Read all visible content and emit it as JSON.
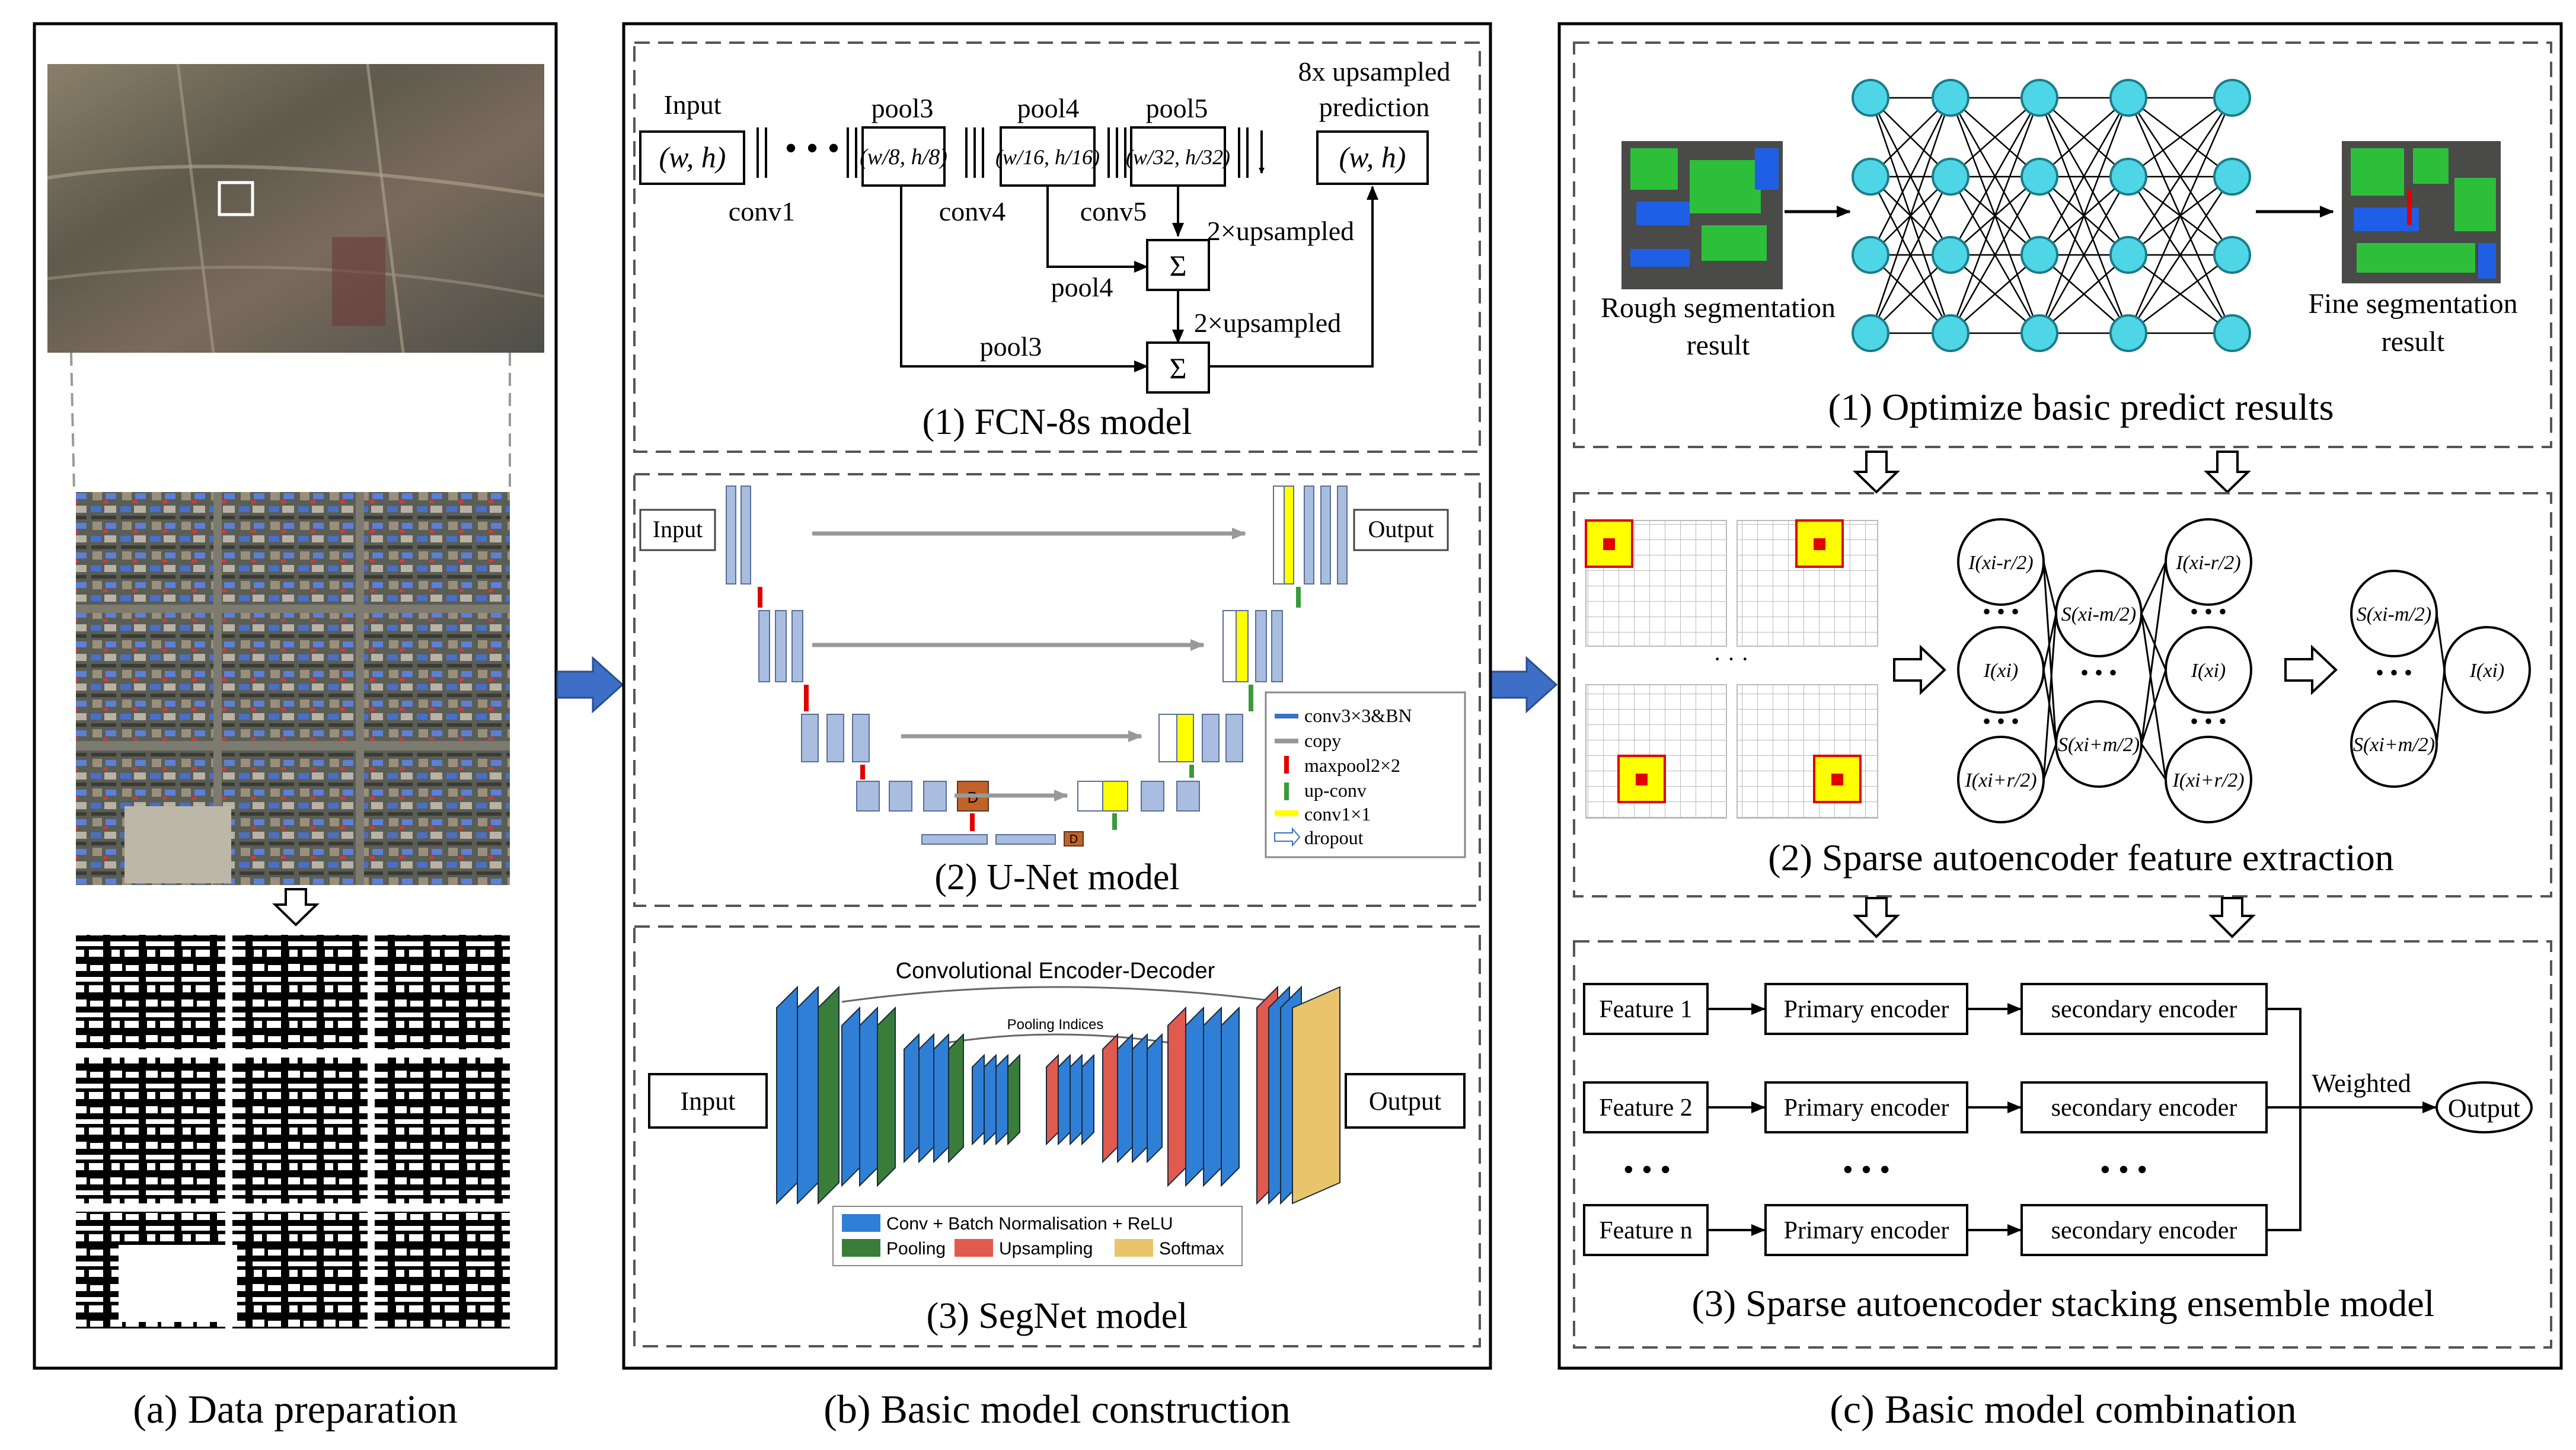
{
  "colors": {
    "arrow_blue": "#3d6fc6",
    "node_cyan": "#4fd6e6",
    "seg_green": "#2dbf3a",
    "seg_blue": "#1f5fe6",
    "conv_blue": "#2f7fd6",
    "pool_green": "#3a7d3a",
    "upsample_red": "#e05a4e",
    "softmax_yellow": "#e9c46a",
    "unet_yellow": "#ffff00",
    "dropout_brown": "#c0622a"
  },
  "panel_a": {
    "caption": "(a) Data preparation"
  },
  "panel_b": {
    "caption": "(b) Basic model construction",
    "fcn": {
      "title": "(1) FCN-8s model",
      "input_label": "Input",
      "input_box": "(w, h)",
      "conv1": "conv1",
      "pool3": "pool3",
      "pool3_box": "(w/8, h/8)",
      "conv4": "conv4",
      "pool4": "pool4",
      "pool4_box": "(w/16, h/16)",
      "conv5": "conv5",
      "pool5": "pool5",
      "pool5_box": "(w/32, h/32)",
      "pred_label_1": "8x upsampled",
      "pred_label_2": "prediction",
      "pred_box": "(w, h)",
      "sum_symbol": "Σ",
      "upsampled_1": "2×upsampled",
      "upsampled_2": "2×upsampled",
      "pool4_branch": "pool4",
      "pool3_branch": "pool3"
    },
    "unet": {
      "title": "(2) U-Net model",
      "input": "Input",
      "output": "Output",
      "dropout_mark": "D",
      "legend": [
        "conv3×3&BN",
        "copy",
        "maxpool2×2",
        "up-conv",
        "conv1×1",
        "dropout"
      ]
    },
    "segnet": {
      "title": "(3) SegNet  model",
      "input": "Input",
      "output": "Output",
      "header": "Convolutional Encoder-Decoder",
      "pooling_indices": "Pooling Indices",
      "legend": [
        "Conv + Batch Normalisation + ReLU",
        "Pooling",
        "Upsampling",
        "Softmax"
      ]
    }
  },
  "panel_c": {
    "caption": "(c) Basic model combination",
    "optimize": {
      "title": "(1) Optimize basic predict results",
      "rough_1": "Rough segmentation",
      "rough_2": "result",
      "fine_1": "Fine segmentation",
      "fine_2": "result"
    },
    "sparse": {
      "title": "(2) Sparse autoencoder feature extraction",
      "grid_dots": "· · ·",
      "col1": [
        "I(x_{i-r/2})",
        "I(x_i)",
        "I(x_{i+r/2})"
      ],
      "col2": [
        "S(x_{i-m/2})",
        "S(x_{i+m/2})"
      ],
      "col3": [
        "I(x_{i-r/2})",
        "I(x_i)",
        "I(x_{i+r/2})"
      ],
      "col4": [
        "S(x_{i-m/2})",
        "S(x_{i+m/2})"
      ],
      "col5": [
        "I(x_i)"
      ],
      "ellipsis": "• • •"
    },
    "stacking": {
      "title": "(3) Sparse autoencoder stacking ensemble model",
      "rows": [
        {
          "feature": "Feature 1",
          "primary": "Primary encoder",
          "secondary": "secondary encoder"
        },
        {
          "feature": "Feature 2",
          "primary": "Primary encoder",
          "secondary": "secondary encoder"
        },
        {
          "feature": "Feature n",
          "primary": "Primary encoder",
          "secondary": "secondary encoder"
        }
      ],
      "dots": "• • •",
      "weighted": "Weighted",
      "output": "Output"
    }
  }
}
